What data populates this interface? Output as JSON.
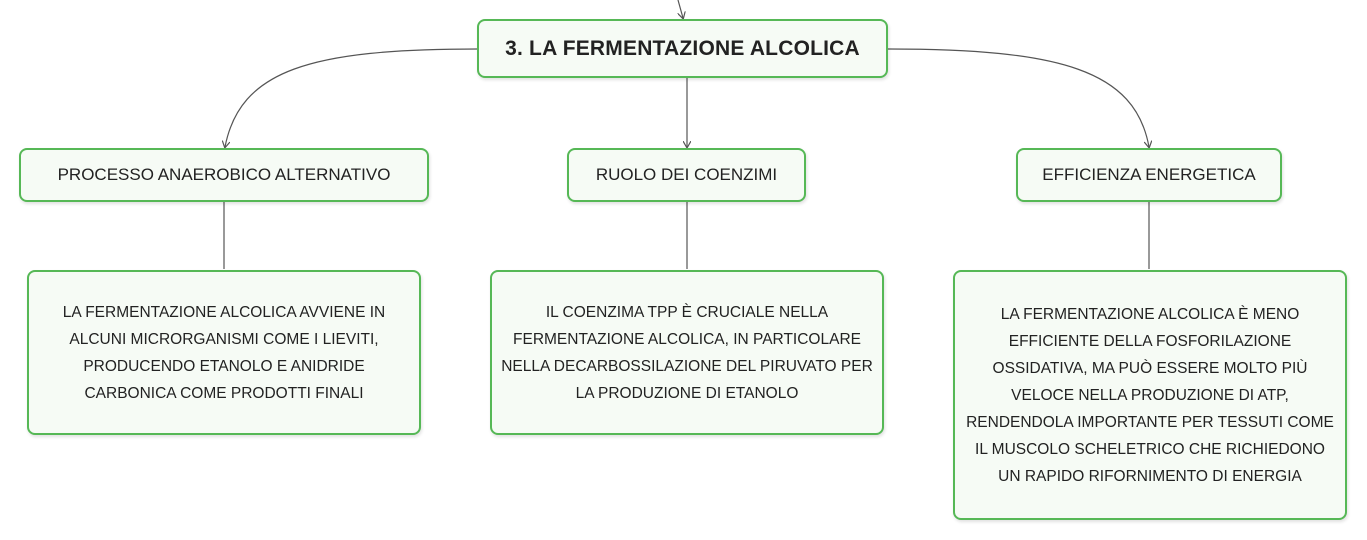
{
  "root": {
    "label": "3. LA FERMENTAZIONE ALCOLICA"
  },
  "branches": [
    {
      "label": "PROCESSO ANAEROBICO ALTERNATIVO",
      "detail": "LA FERMENTAZIONE ALCOLICA AVVIENE IN ALCUNI MICRORGANISMI COME I LIEVITI, PRODUCENDO ETANOLO E ANIDRIDE CARBONICA COME PRODOTTI FINALI"
    },
    {
      "label": "RUOLO DEI COENZIMI",
      "detail": "IL COENZIMA TPP È CRUCIALE NELLA FERMENTAZIONE ALCOLICA, IN PARTICOLARE NELLA DECARBOSSILAZIONE DEL PIRUVATO PER LA PRODUZIONE DI ETANOLO"
    },
    {
      "label": "EFFICIENZA ENERGETICA",
      "detail": "LA FERMENTAZIONE ALCOLICA È MENO EFFICIENTE DELLA FOSFORILAZIONE OSSIDATIVA, MA PUÒ ESSERE MOLTO PIÙ VELOCE NELLA PRODUZIONE DI ATP, RENDENDOLA IMPORTANTE PER TESSUTI COME IL MUSCOLO SCHELETRICO CHE RICHIEDONO UN RAPIDO RIFORNIMENTO DI ENERGIA"
    }
  ],
  "colors": {
    "node_border": "#56b856",
    "node_fill": "#f6fbf5",
    "connector": "#555555"
  }
}
